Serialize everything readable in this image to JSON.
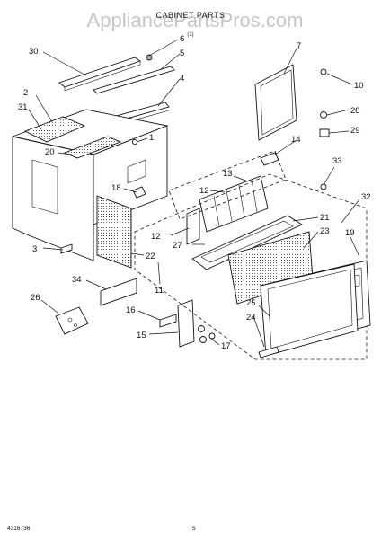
{
  "watermark": "AppliancePartsPros.com",
  "title": "CABINET PARTS",
  "subtitle": "(1)",
  "footer": {
    "doc_number": "4316736",
    "page_number": "5"
  },
  "callouts": [
    "30",
    "6",
    "5",
    "7",
    "2",
    "4",
    "10",
    "31",
    "28",
    "1",
    "29",
    "14",
    "20",
    "33",
    "13",
    "18",
    "12",
    "32",
    "21",
    "12",
    "23",
    "27",
    "19",
    "3",
    "22",
    "11",
    "34",
    "25",
    "26",
    "16",
    "24",
    "15",
    "17"
  ]
}
